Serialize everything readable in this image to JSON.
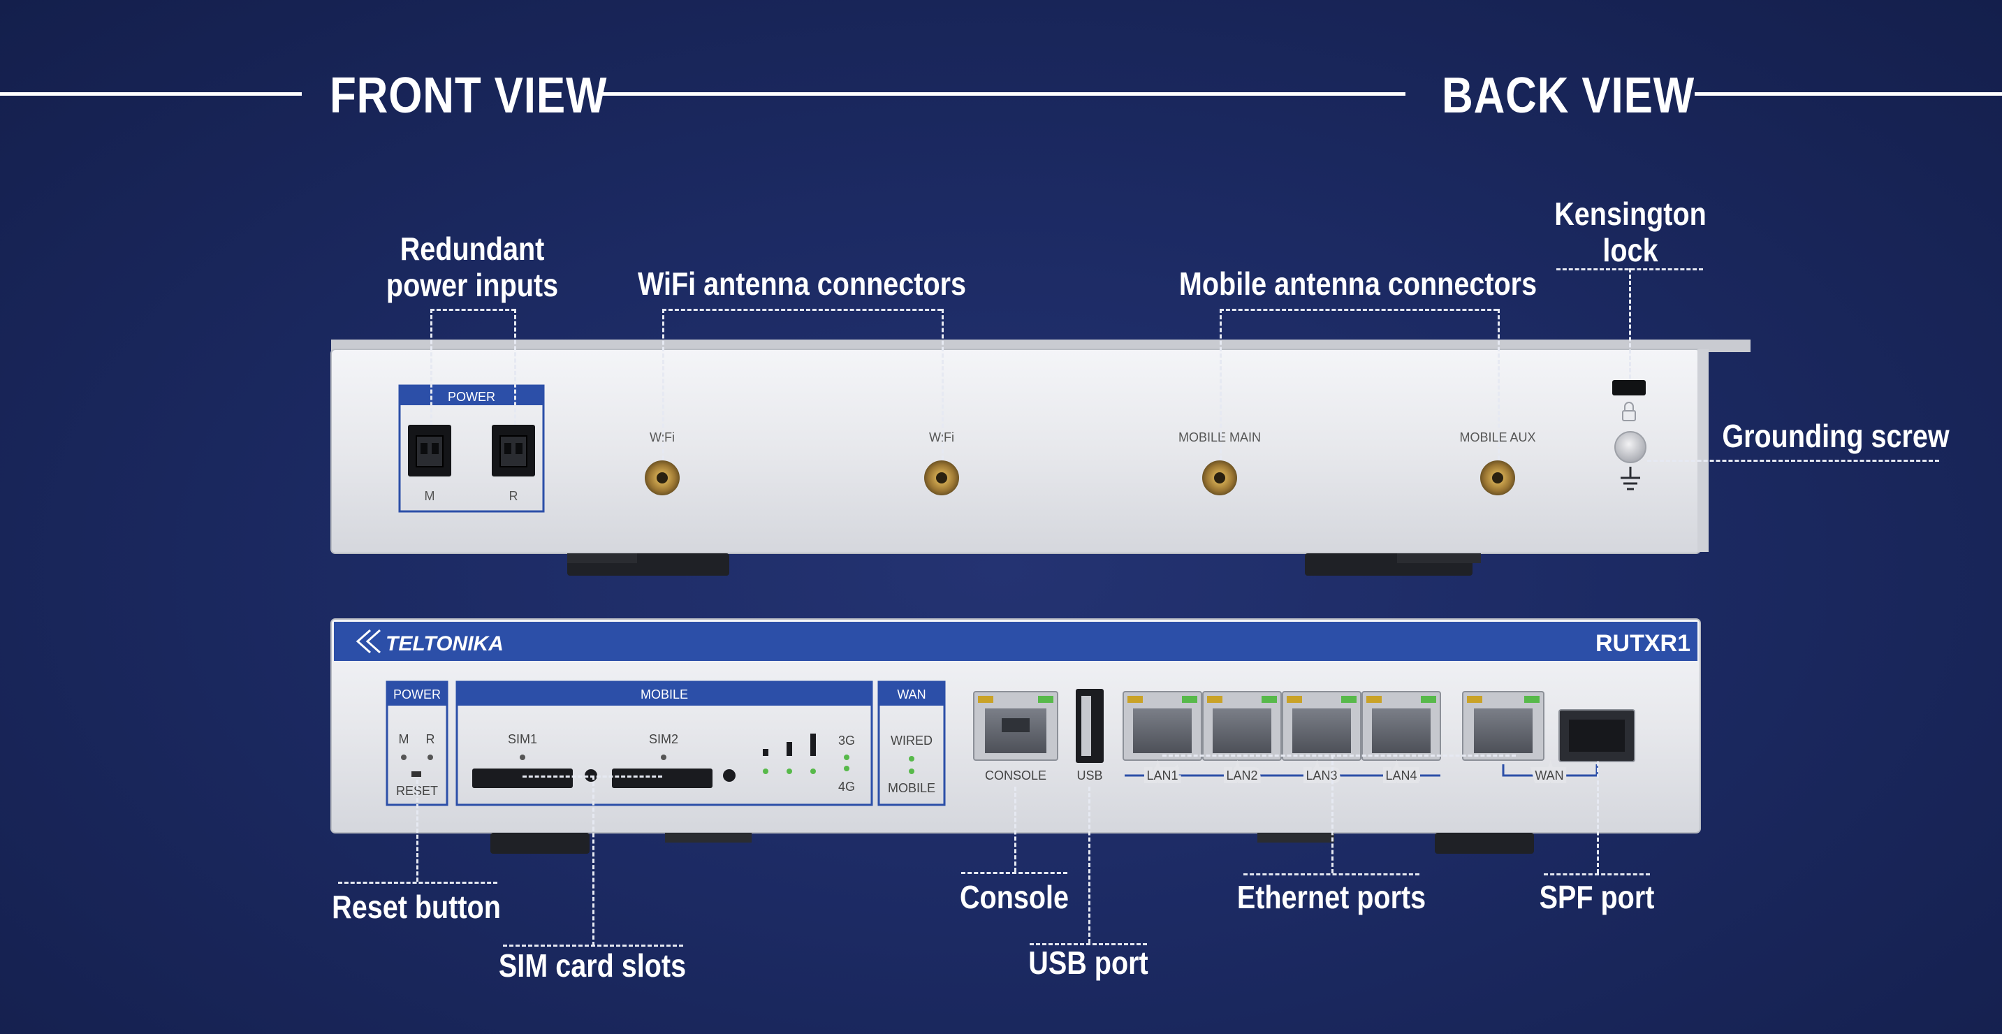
{
  "headings": {
    "front": "FRONT VIEW",
    "back": "BACK VIEW"
  },
  "callouts": {
    "redundant_power": [
      "Redundant",
      "power inputs"
    ],
    "wifi_antenna": "WiFi antenna connectors",
    "mobile_antenna": "Mobile antenna connectors",
    "kensington": [
      "Kensington",
      "lock"
    ],
    "grounding": "Grounding screw",
    "reset": "Reset button",
    "sim_slots": "SIM card slots",
    "console": "Console",
    "usb": "USB port",
    "ethernet": "Ethernet ports",
    "sfp": "SPF port"
  },
  "back_panel": {
    "power_box": "POWER",
    "power_m": "M",
    "power_r": "R",
    "wifi_1": "WiFi",
    "wifi_2": "WiFi",
    "mobile_main": "MOBILE MAIN",
    "mobile_aux": "MOBILE AUX"
  },
  "front_panel": {
    "brand": "TELTONIKA",
    "model": "RUTXR1",
    "power_box": "POWER",
    "power_m": "M",
    "power_r": "R",
    "reset": "RESET",
    "mobile_box": "MOBILE",
    "sim1": "SIM1",
    "sim2": "SIM2",
    "net_3g": "3G",
    "net_4g": "4G",
    "wan_box": "WAN",
    "wan_wired": "WIRED",
    "wan_mobile": "MOBILE",
    "console": "CONSOLE",
    "usb": "USB",
    "lan1": "LAN1",
    "lan2": "LAN2",
    "lan3": "LAN3",
    "lan4": "LAN4",
    "wan": "WAN"
  },
  "colors": {
    "background": "#1c2a63",
    "panel": "#e9eaee",
    "brand_blue": "#2c4fa8",
    "connector_gold": "#b08a3c",
    "led_green": "#57b94a",
    "led_amber": "#c9a227"
  }
}
